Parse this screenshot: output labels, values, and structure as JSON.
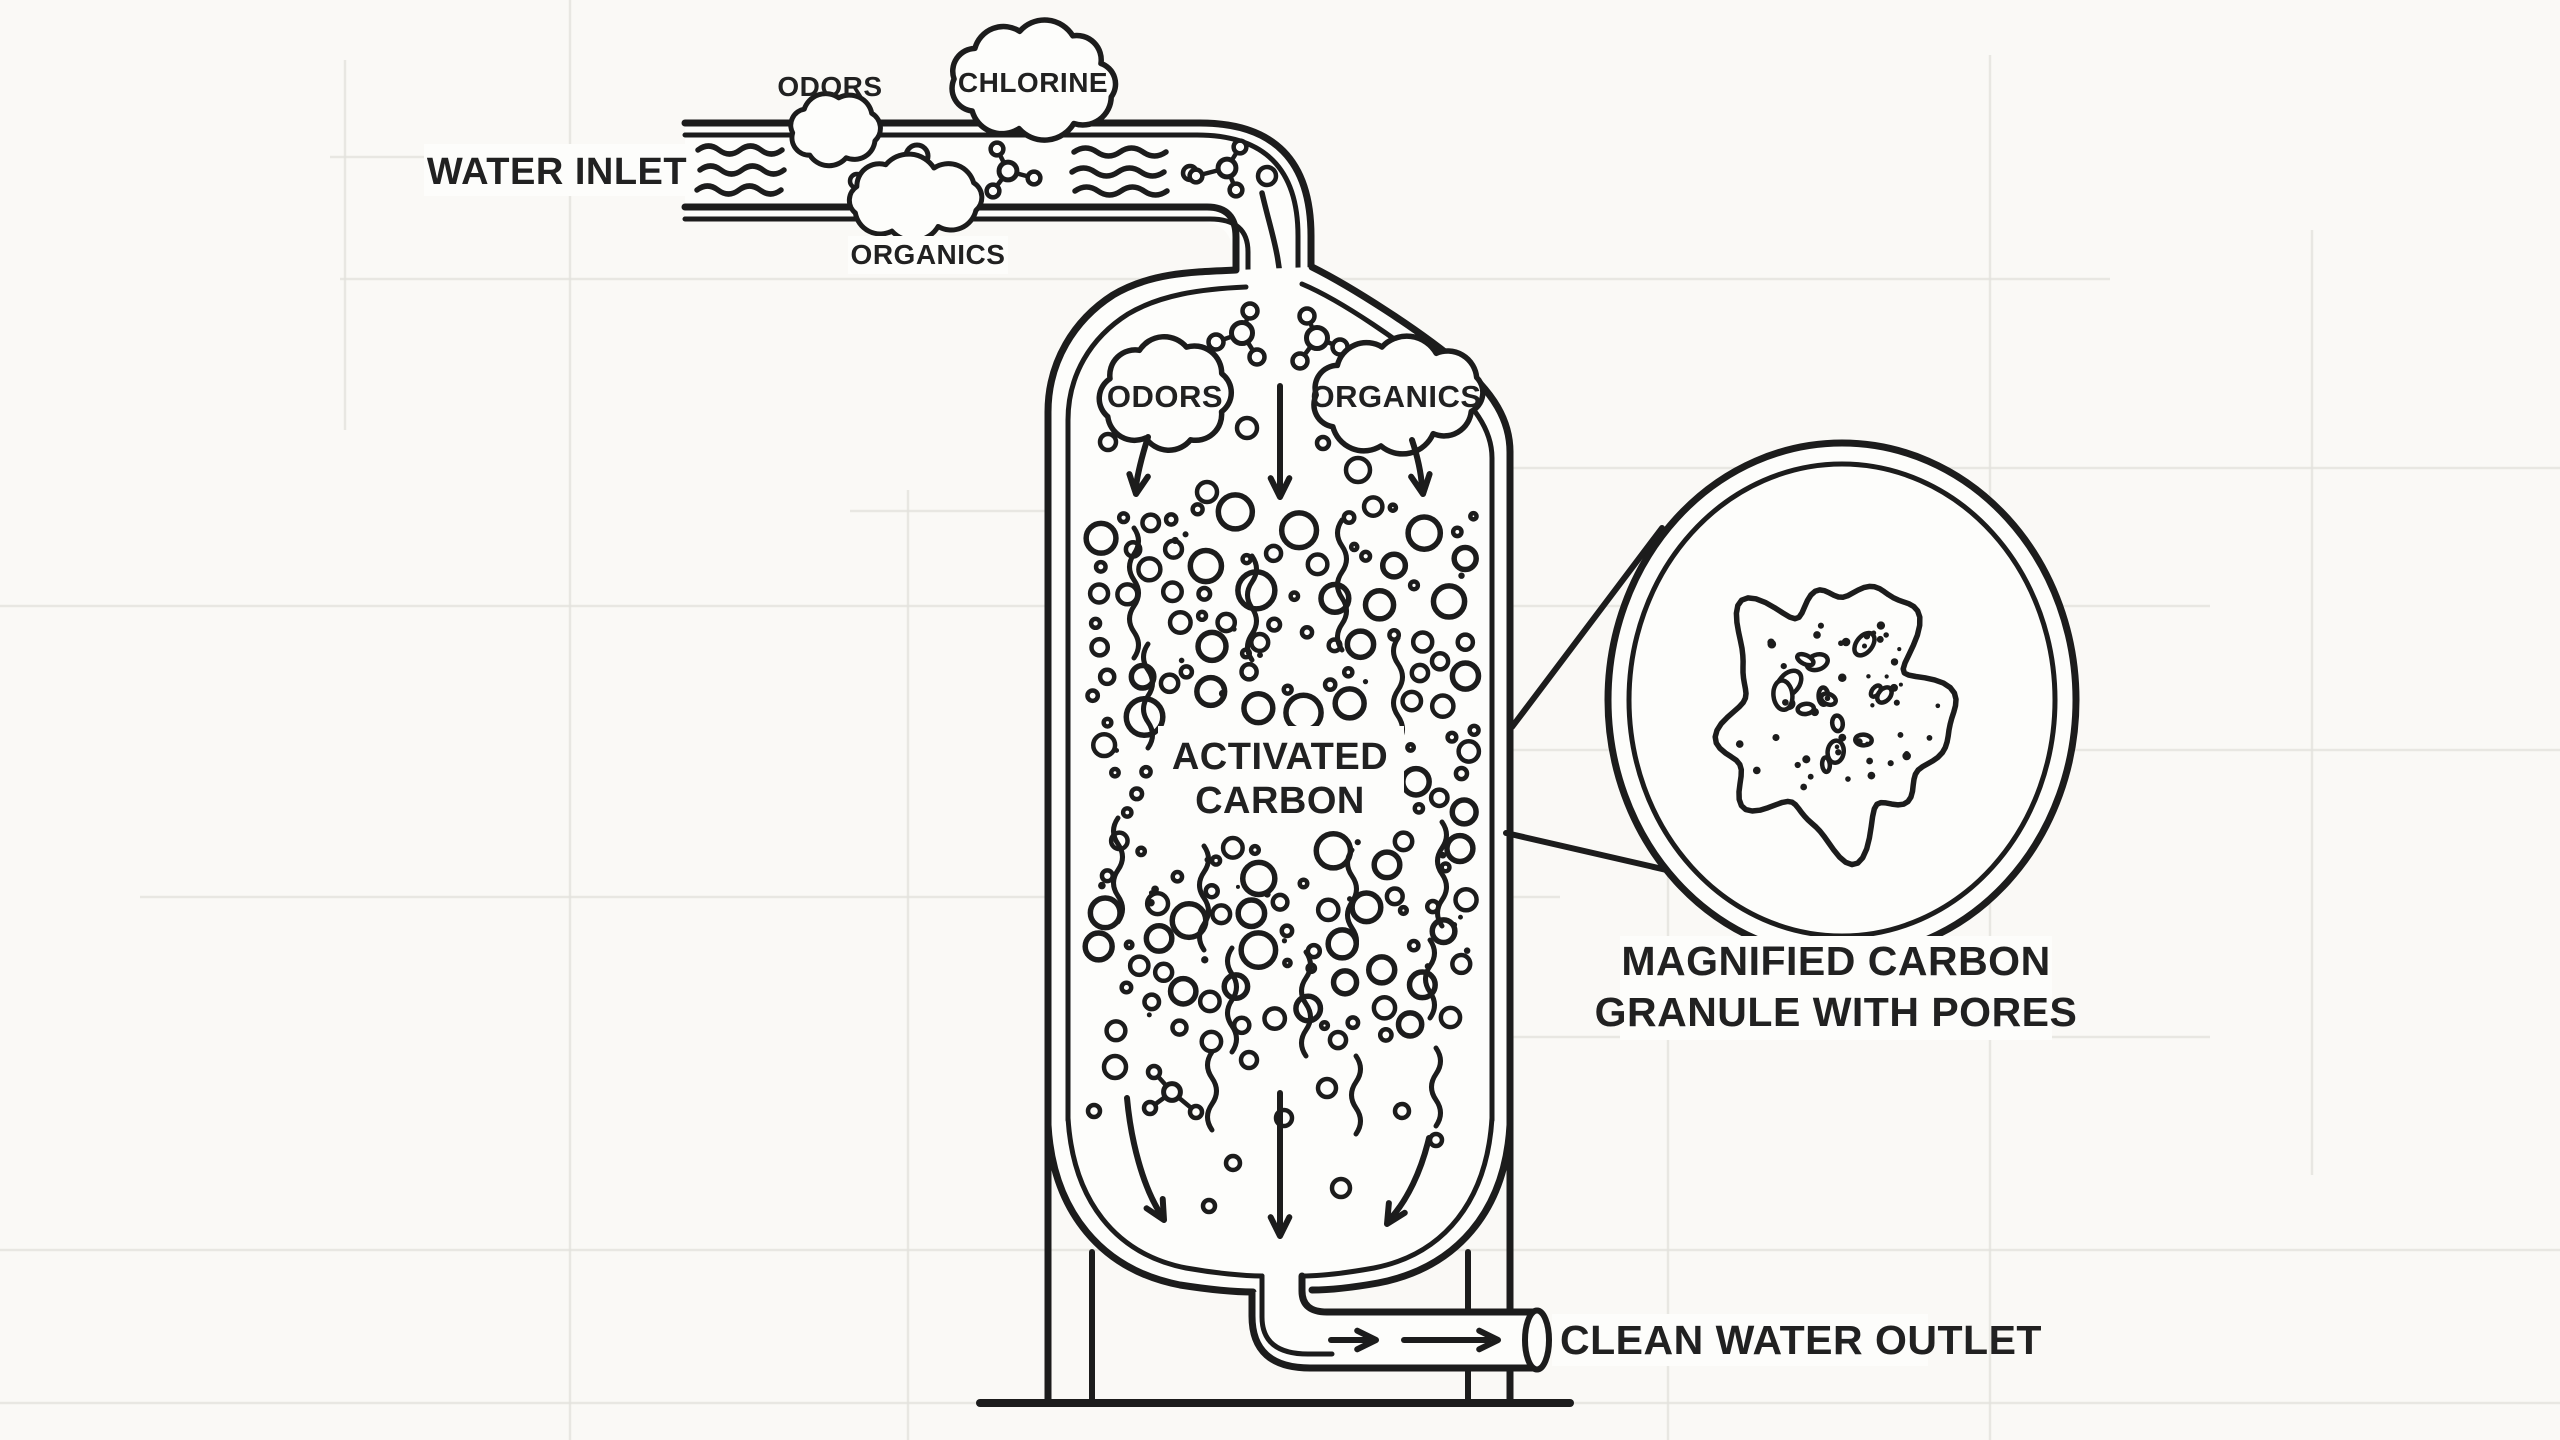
{
  "title": "Activated carbon water filter diagram",
  "colors": {
    "background": "#faf9f6",
    "surface": "#fdfdfb",
    "ink": "#1c1c1c",
    "grid": "#e4e3de",
    "text": "#212121"
  },
  "inlet": {
    "label": "WATER INLET",
    "contaminants": {
      "odors": "ODORS",
      "chlorine": "CHLORINE",
      "organics": "ORGANICS"
    }
  },
  "tank": {
    "odors_label": "ODORS",
    "organics_label": "ORGANICS",
    "media_label_line1": "ACTIVATED",
    "media_label_line2": "CARBON"
  },
  "magnifier": {
    "caption_line1": "MAGNIFIED CARBON",
    "caption_line2": "GRANULE WITH PORES"
  },
  "outlet": {
    "label": "CLEAN WATER OUTLET"
  }
}
